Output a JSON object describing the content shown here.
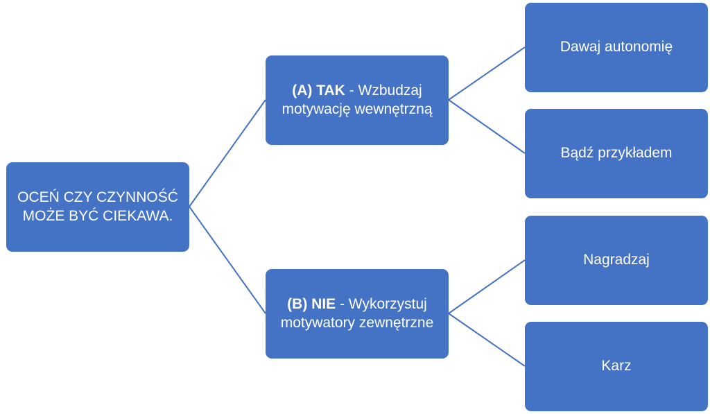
{
  "diagram": {
    "root": {
      "text": "OCEŃ CZY CZYNNOŚĆ MOŻE BYĆ CIEKAWA."
    },
    "branch_a": {
      "prefix": "(A) TAK",
      "text": " - Wzbudzaj motywację wewnętrzną",
      "children": [
        "Dawaj autonomię",
        "Bądź przykładem"
      ]
    },
    "branch_b": {
      "prefix": "(B) NIE",
      "text": " - Wykorzystuj motywatory zewnętrzne",
      "children": [
        "Nagradzaj",
        "Karz"
      ]
    },
    "colors": {
      "node_fill": "#4472c4",
      "connector": "#4472c4",
      "text": "#ffffff"
    }
  }
}
